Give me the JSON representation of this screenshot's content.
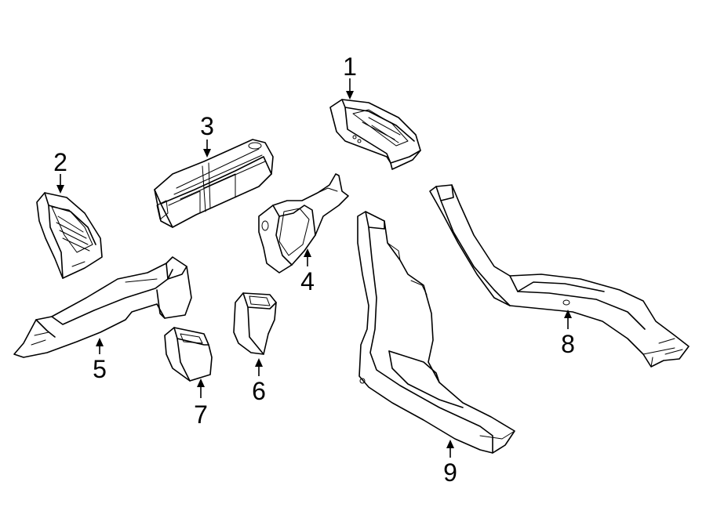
{
  "diagram": {
    "callouts": [
      {
        "id": "1",
        "label": "1"
      },
      {
        "id": "2",
        "label": "2"
      },
      {
        "id": "3",
        "label": "3"
      },
      {
        "id": "4",
        "label": "4"
      },
      {
        "id": "5",
        "label": "5"
      },
      {
        "id": "6",
        "label": "6"
      },
      {
        "id": "7",
        "label": "7"
      },
      {
        "id": "8",
        "label": "8"
      },
      {
        "id": "9",
        "label": "9"
      }
    ],
    "line_color": "#000000",
    "background_color": "#ffffff"
  }
}
